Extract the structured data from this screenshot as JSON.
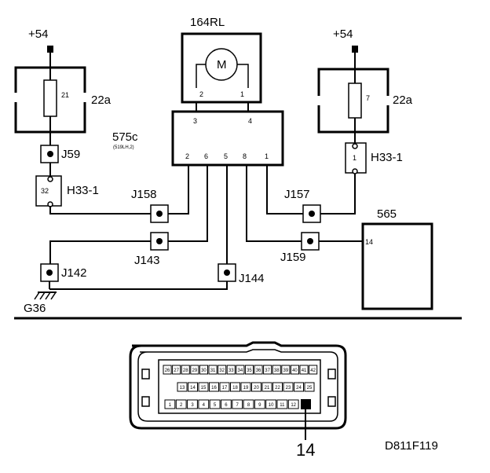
{
  "diagram_id": "D811F119",
  "supply_left": "+54",
  "supply_right": "+54",
  "motor": {
    "ref": "164RL",
    "symbol": "M",
    "pin_a": "2",
    "pin_b": "1"
  },
  "relay_left": {
    "ref": "22a",
    "fuse": "21"
  },
  "relay_right": {
    "ref": "22a",
    "fuse": "7"
  },
  "module": {
    "ref": "575c",
    "sub": "(519LH,2)",
    "top_pins": [
      "3",
      "4"
    ],
    "bottom_pins": [
      "2",
      "6",
      "5",
      "8",
      "1"
    ]
  },
  "junctions": {
    "j59": "J59",
    "j158": "J158",
    "j143": "J143",
    "j142": "J142",
    "j144": "J144",
    "j157": "J157",
    "j159": "J159"
  },
  "connectors": {
    "h33_left": {
      "ref": "H33-1",
      "pin": "32"
    },
    "h33_right": {
      "ref": "H33-1",
      "pin": "1"
    }
  },
  "ground": "G36",
  "ecu": {
    "ref": "565",
    "pin": "14"
  },
  "plug": {
    "callout": "14",
    "row1": [
      "26",
      "27",
      "28",
      "29",
      "30",
      "31",
      "32",
      "33",
      "34",
      "35",
      "36",
      "37",
      "38",
      "39",
      "40",
      "41",
      "42"
    ],
    "row2": [
      "13",
      "14",
      "15",
      "16",
      "17",
      "18",
      "19",
      "20",
      "21",
      "22",
      "23",
      "24",
      "25"
    ],
    "row3": [
      "1",
      "2",
      "3",
      "4",
      "5",
      "6",
      "7",
      "8",
      "9",
      "10",
      "11",
      "12"
    ]
  }
}
